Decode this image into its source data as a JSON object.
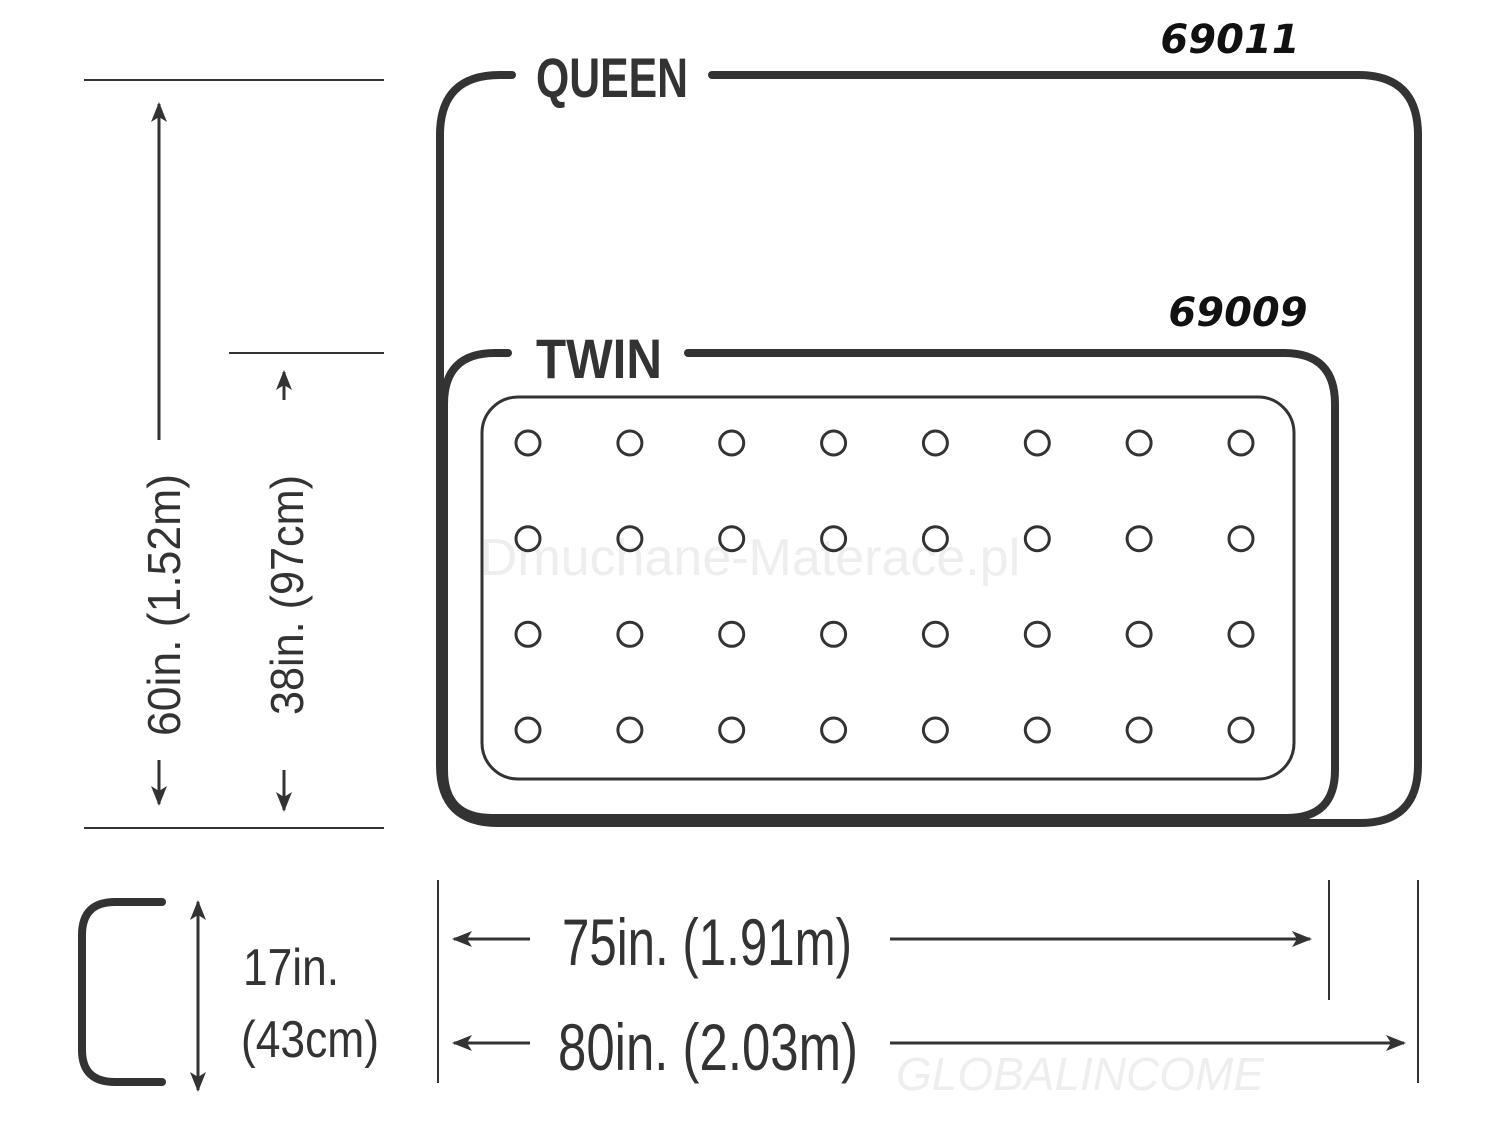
{
  "diagram": {
    "colors": {
      "line": "#333333",
      "background": "#ffffff",
      "watermark": "#eeeeee"
    },
    "queen": {
      "label": "QUEEN",
      "model": "69011"
    },
    "twin": {
      "label": "TWIN",
      "model": "69009"
    },
    "dimensions": {
      "queen_width": "60in. (1.52m)",
      "twin_width": "38in. (97cm)",
      "twin_length": "75in. (1.91m)",
      "queen_length": "80in. (2.03m)",
      "height_line1": "17in.",
      "height_line2": "(43cm)"
    },
    "grid": {
      "rows": 4,
      "cols": 8
    },
    "watermarks": {
      "center": "Dmuchane-Materace.pl",
      "bottom": "GLOBALINCOME"
    }
  }
}
